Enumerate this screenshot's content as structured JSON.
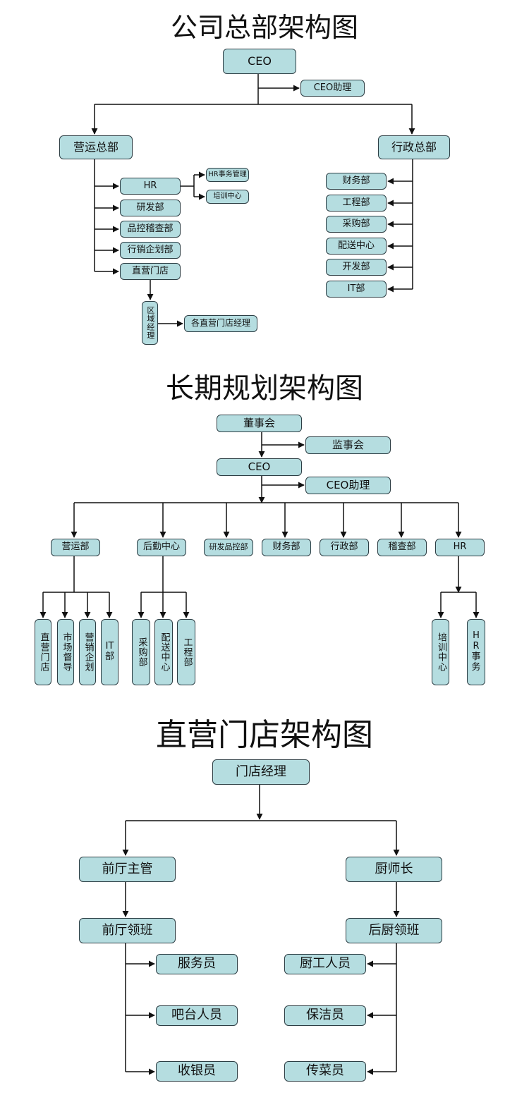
{
  "diagrams": [
    {
      "title": "公司总部架构图",
      "nodes": {
        "ceo": "CEO",
        "ceo_assistant": "CEO助理",
        "operations_hq": "营运总部",
        "admin_hq": "行政总部",
        "hr": "HR",
        "hr_affairs_mgmt": "HR事务管理",
        "training_center": "培训中心",
        "rnd": "研发部",
        "qc_audit": "品控稽查部",
        "marketing_planning": "行销企划部",
        "direct_stores": "直营门店",
        "area_manager": "区域经理",
        "store_managers": "各直营门店经理",
        "finance": "财务部",
        "engineering": "工程部",
        "purchasing": "采购部",
        "distribution": "配送中心",
        "development": "开发部",
        "it": "IT部"
      }
    },
    {
      "title": "长期规划架构图",
      "nodes": {
        "board": "董事会",
        "supervisory_board": "监事会",
        "ceo": "CEO",
        "ceo_assistant": "CEO助理",
        "operations": "营运部",
        "logistics": "后勤中心",
        "rnd_qc": "研发品控部",
        "finance": "财务部",
        "admin": "行政部",
        "audit": "稽查部",
        "hr": "HR",
        "direct_stores": "直营门店",
        "market_supervision": "市场督导",
        "marketing_planning": "营销企划",
        "it": "IT部",
        "purchasing": "采购部",
        "distribution": "配送中心",
        "engineering": "工程部",
        "training_center": "培训中心",
        "hr_affairs": "HR事务"
      }
    },
    {
      "title": "直营门店架构图",
      "nodes": {
        "store_manager": "门店经理",
        "front_supervisor": "前厅主管",
        "head_chef": "厨师长",
        "front_foreman": "前厅领班",
        "kitchen_foreman": "后厨领班",
        "waiter": "服务员",
        "bar_staff": "吧台人员",
        "cashier": "收银员",
        "kitchen_staff": "厨工人员",
        "cleaner": "保洁员",
        "food_runner": "传菜员"
      }
    }
  ]
}
